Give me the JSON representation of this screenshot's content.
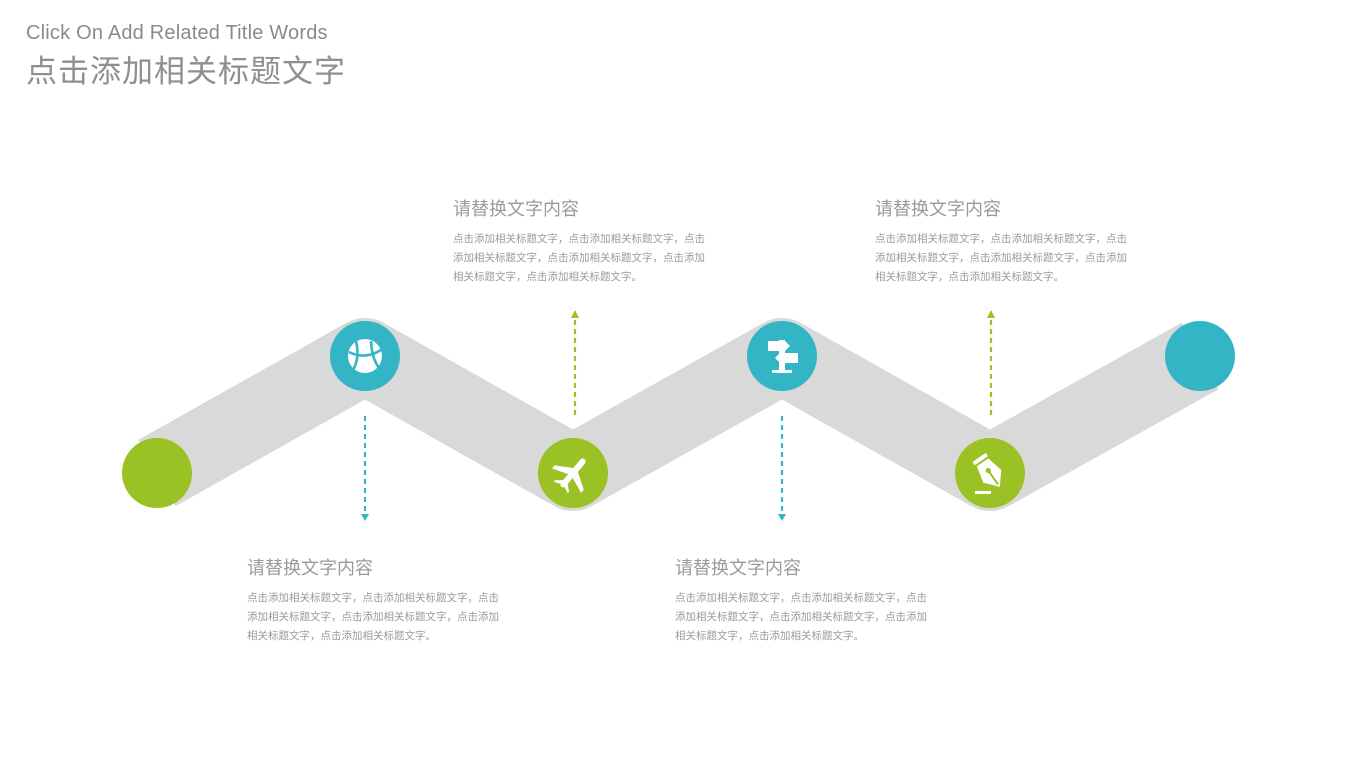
{
  "header": {
    "title_en": "Click On Add Related Title Words",
    "title_cn": "点击添加相关标题文字"
  },
  "colors": {
    "green": "#9bc224",
    "teal": "#33b5c6",
    "band": "#d9d9d9",
    "text": "#9a9a9a"
  },
  "nodes": [
    {
      "icon": "",
      "color": "green"
    },
    {
      "icon": "basketball-icon",
      "color": "teal"
    },
    {
      "icon": "airplane-icon",
      "color": "green"
    },
    {
      "icon": "signpost-icon",
      "color": "teal"
    },
    {
      "icon": "pen-nib-icon",
      "color": "green"
    },
    {
      "icon": "",
      "color": "teal"
    }
  ],
  "blocks": [
    {
      "title": "请替换文字内容",
      "body": "点击添加相关标题文字，点击添加相关标题文字，点击添加相关标题文字，点击添加相关标题文字，点击添加相关标题文字，点击添加相关标题文字。"
    },
    {
      "title": "请替换文字内容",
      "body": "点击添加相关标题文字，点击添加相关标题文字，点击添加相关标题文字，点击添加相关标题文字，点击添加相关标题文字，点击添加相关标题文字。"
    },
    {
      "title": "请替换文字内容",
      "body": "点击添加相关标题文字，点击添加相关标题文字，点击添加相关标题文字，点击添加相关标题文字，点击添加相关标题文字，点击添加相关标题文字。"
    },
    {
      "title": "请替换文字内容",
      "body": "点击添加相关标题文字，点击添加相关标题文字，点击添加相关标题文字，点击添加相关标题文字，点击添加相关标题文字，点击添加相关标题文字。"
    }
  ]
}
